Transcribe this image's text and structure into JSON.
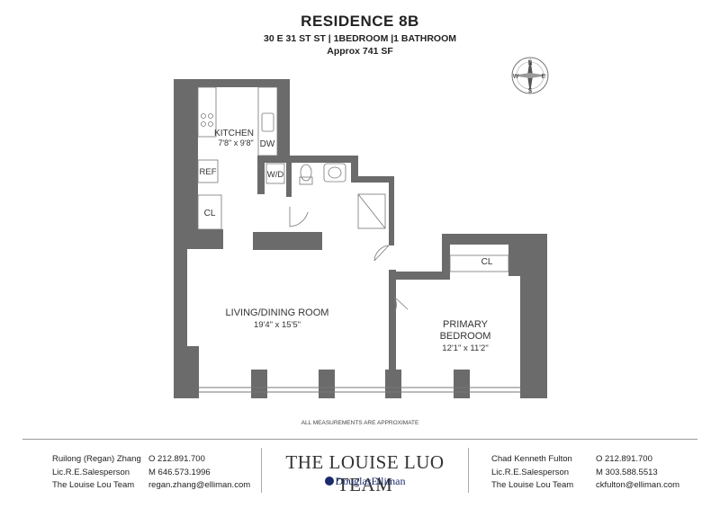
{
  "header": {
    "title": "RESIDENCE 8B",
    "address_line": "30 E 31 ST ST | 1BEDROOM |1 BATHROOM",
    "area": "Approx 741 SF"
  },
  "compass": {
    "n": "N",
    "e": "E",
    "s": "S",
    "w": "W"
  },
  "rooms": {
    "kitchen": {
      "name": "KITCHEN",
      "dims": "7'8\" x 9'8\""
    },
    "dw": "DW",
    "ref": "REF",
    "wd": "W/D",
    "closet1": "CL",
    "closet2": "CL",
    "living": {
      "name": "LIVING/DINING ROOM",
      "dims": "19'4\" x 15'5\""
    },
    "bedroom": {
      "name1": "PRIMARY",
      "name2": "BEDROOM",
      "dims": "12'1\" x 11'2\""
    }
  },
  "note": "ALL MEASUREMENTS ARE APPROXIMATE",
  "footer": {
    "agent1": {
      "name": "Ruilong (Regan) Zhang",
      "license": "Lic.R.E.Salesperson",
      "team": "The Louise Lou Team",
      "office": "O 212.891.700",
      "mobile": "M 646.573.1996",
      "email": "regan.zhang@elliman.com"
    },
    "team_name": "THE LOUISE LUO TEAM",
    "brand": "DouglasElliman",
    "agent2": {
      "name": "Chad Kenneth Fulton",
      "license": "Lic.R.E.Salesperson",
      "team": "The Louise Lou Team",
      "office": "O 212.891.700",
      "mobile": "M 303.588.5513",
      "email": "ckfulton@elliman.com"
    }
  },
  "colors": {
    "wall": "#6b6b6b",
    "text": "#222222",
    "brand": "#1a2b6b"
  }
}
